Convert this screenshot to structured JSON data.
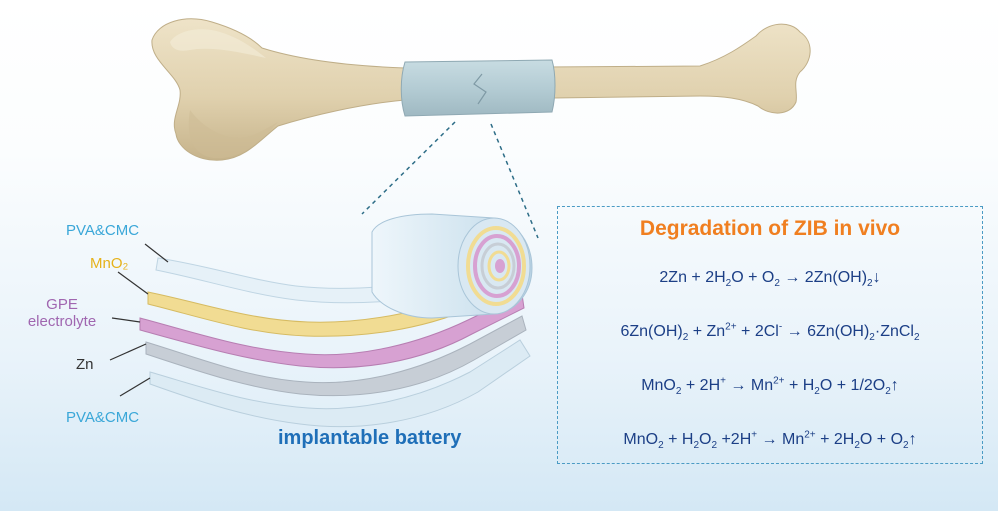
{
  "layer_labels": [
    {
      "id": "pva-top",
      "lines": [
        "PVA&CMC"
      ],
      "color": "#3aa7d8"
    },
    {
      "id": "mno2",
      "lines": [
        "MnO₂"
      ],
      "color": "#e6b21a"
    },
    {
      "id": "gpe",
      "lines": [
        "GPE",
        "electrolyte"
      ],
      "color": "#a066b0"
    },
    {
      "id": "zn",
      "lines": [
        "Zn"
      ],
      "color": "#333333"
    },
    {
      "id": "pva-bottom",
      "lines": [
        "PVA&CMC"
      ],
      "color": "#3aa7d8"
    }
  ],
  "battery_title": "implantable battery",
  "panel": {
    "title": "Degradation of ZIB in vivo",
    "equations": [
      "2Zn + 2H<sub>2</sub>O + O<sub>2</sub> → 2Zn(OH)<sub>2</sub>↓",
      "6Zn(OH)<sub>2</sub> + Zn<sup>2+</sup> + 2Cl<sup>-</sup> → 6Zn(OH)<sub>2</sub>·ZnCl<sub>2</sub>",
      "MnO<sub>2</sub> + 2H<sup>+</sup> → Mn<sup>2+</sup> + H<sub>2</sub>O + 1/2O<sub>2</sub>↑",
      "MnO<sub>2</sub> + H<sub>2</sub>O<sub>2</sub> +2H<sup>+</sup> → Mn<sup>2+</sup> + 2H<sub>2</sub>O + O<sub>2</sub>↑"
    ]
  },
  "colors": {
    "bone": "#e3d5b6",
    "bone_shadow": "#c8b68f",
    "sleeve": "#b7cfd6",
    "pva": "#dcecf5",
    "mno2": "#f1dc93",
    "gpe": "#d7a1d2",
    "zn": "#c7ced6",
    "accent_orange": "#f07f20",
    "equation_blue": "#1c3f86",
    "panel_border": "#4b9bc4"
  },
  "icons": [
    "bone-illustration",
    "implant-sleeve",
    "rolled-battery-illustration"
  ]
}
